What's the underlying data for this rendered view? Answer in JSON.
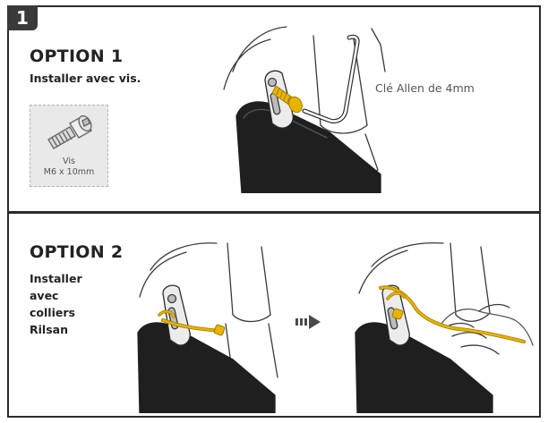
{
  "step": {
    "number": "1"
  },
  "option1": {
    "title": "OPTION 1",
    "subtitle": "Installer avec vis.",
    "screw_label_line1": "Vis",
    "screw_label_line2": "M6 x 10mm",
    "allen_key_label": "Clé Allen de 4mm"
  },
  "option2": {
    "title": "OPTION 2",
    "subtitle_lines": [
      "Installer",
      "avec",
      "colliers",
      "Rilsan"
    ]
  },
  "colors": {
    "accent_yellow": "#e9b400",
    "frame_dark": "#2b2b2b",
    "arrow_gray": "#4a4a4a"
  },
  "icons": {
    "screw": "screw-icon",
    "allen_key": "allen-key-icon",
    "arrow": "arrow-right-icon"
  }
}
